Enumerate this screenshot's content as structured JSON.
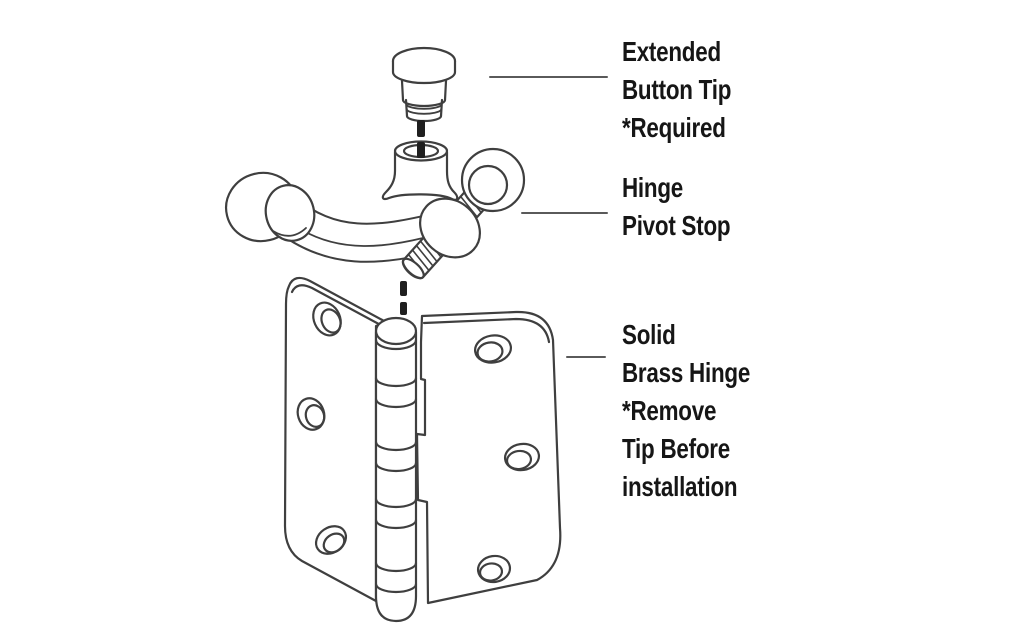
{
  "diagram": {
    "labels": [
      {
        "id": "extended-button-tip",
        "lines": [
          "Extended",
          "Button Tip",
          "*Required"
        ]
      },
      {
        "id": "hinge-pivot-stop",
        "lines": [
          "Hinge",
          "Pivot Stop"
        ]
      },
      {
        "id": "solid-brass-hinge",
        "lines": [
          "Solid",
          "Brass Hinge",
          "*Remove",
          "Tip Before",
          "installation"
        ]
      }
    ],
    "colors": {
      "background": "#ffffff",
      "line": "#3f3f3f",
      "leader_line": "#5a5a5a",
      "text": "#161616",
      "pin_dash": "#1f1f1f"
    }
  }
}
